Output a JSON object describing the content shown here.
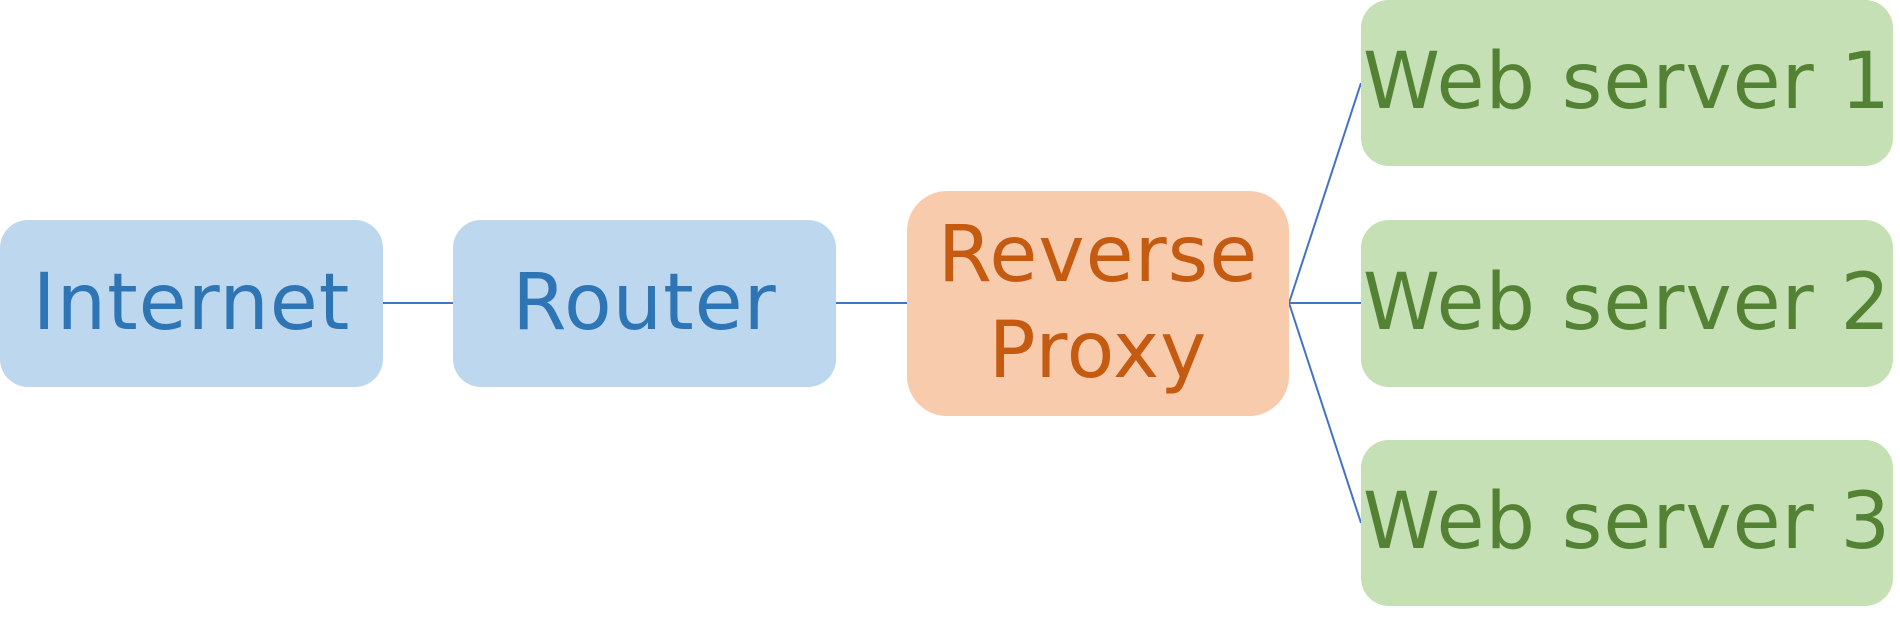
{
  "colors": {
    "connector": "#4472c4",
    "network_fill": "#bdd7ee",
    "network_text": "#2e75b6",
    "proxy_fill": "#f8cbad",
    "proxy_text": "#c55a11",
    "server_fill": "#c5e0b4",
    "server_text": "#548235"
  },
  "nodes": {
    "internet": {
      "label": "Internet"
    },
    "router": {
      "label": "Router"
    },
    "proxy": {
      "label_line1": "Reverse",
      "label_line2": "Proxy"
    },
    "web1": {
      "label": "Web server 1"
    },
    "web2": {
      "label": "Web server 2"
    },
    "web3": {
      "label": "Web server 3"
    }
  }
}
